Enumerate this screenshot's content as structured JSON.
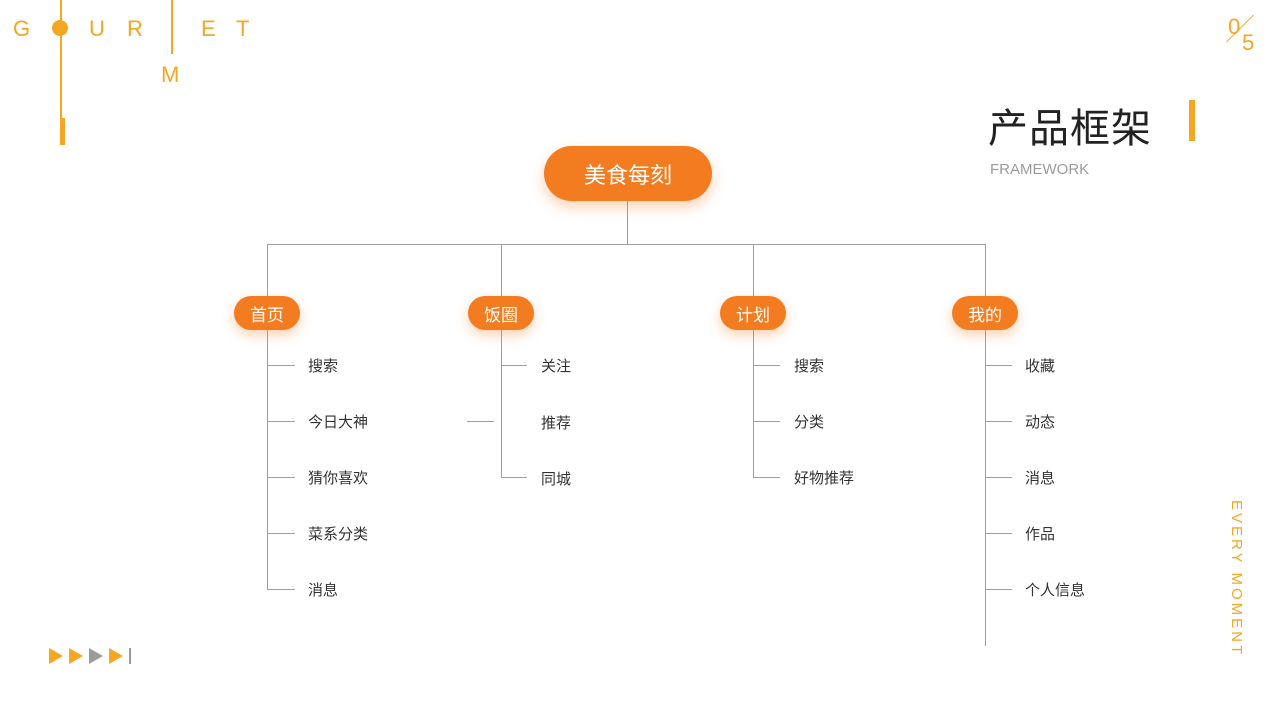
{
  "logo": {
    "letters": [
      "G",
      "U",
      "R",
      "E",
      "T",
      "M"
    ],
    "accent": "#f5a623"
  },
  "page_number": {
    "top": "0",
    "bottom": "5"
  },
  "header": {
    "title": "产品框架",
    "subtitle": "FRAMEWORK"
  },
  "side_text": "EVERY MOMENT",
  "tree": {
    "root": "美食每刻",
    "categories": [
      {
        "label": "首页",
        "items": [
          "搜索",
          "今日大神",
          "猜你喜欢",
          "菜系分类",
          "消息"
        ]
      },
      {
        "label": "饭圈",
        "items": [
          "关注",
          "推荐",
          "同城"
        ]
      },
      {
        "label": "计划",
        "items": [
          "搜索",
          "分类",
          "好物推荐"
        ]
      },
      {
        "label": "我的",
        "items": [
          "收藏",
          "动态",
          "消息",
          "作品",
          "个人信息"
        ]
      }
    ]
  },
  "colors": {
    "node": "#f47c20",
    "accent": "#f5a623",
    "line": "#9e9e9e",
    "arrow_gray": "#9b9b9b"
  },
  "footer_arrows": [
    "play-arrow-icon",
    "play-arrow-icon",
    "play-arrow-icon-gray",
    "play-arrow-icon",
    "end-bar-icon"
  ]
}
